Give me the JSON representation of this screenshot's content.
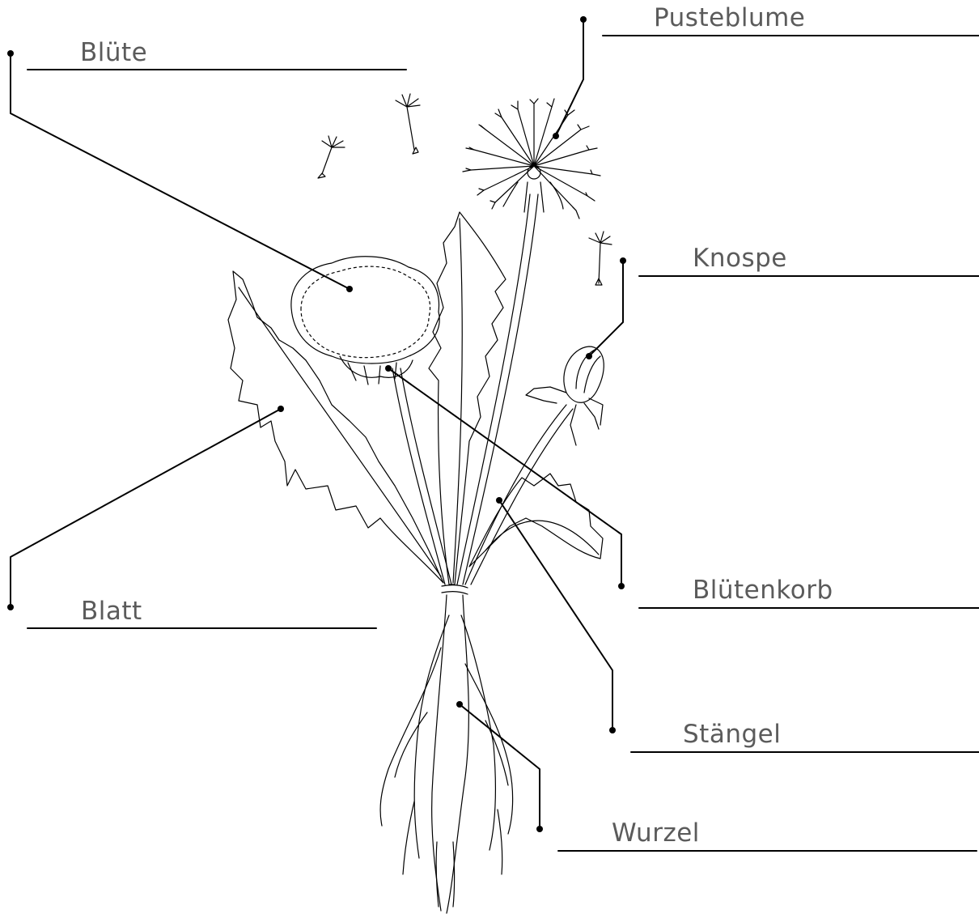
{
  "labels": {
    "pusteblume": "Pusteblume",
    "bluete": "Blüte",
    "knospe": "Knospe",
    "bluetenkorb": "Blütenkorb",
    "blatt": "Blatt",
    "staengel": "Stängel",
    "wurzel": "Wurzel"
  },
  "colors": {
    "ink": "#000000",
    "label_text": "#5b5b5b",
    "background": "#ffffff"
  }
}
